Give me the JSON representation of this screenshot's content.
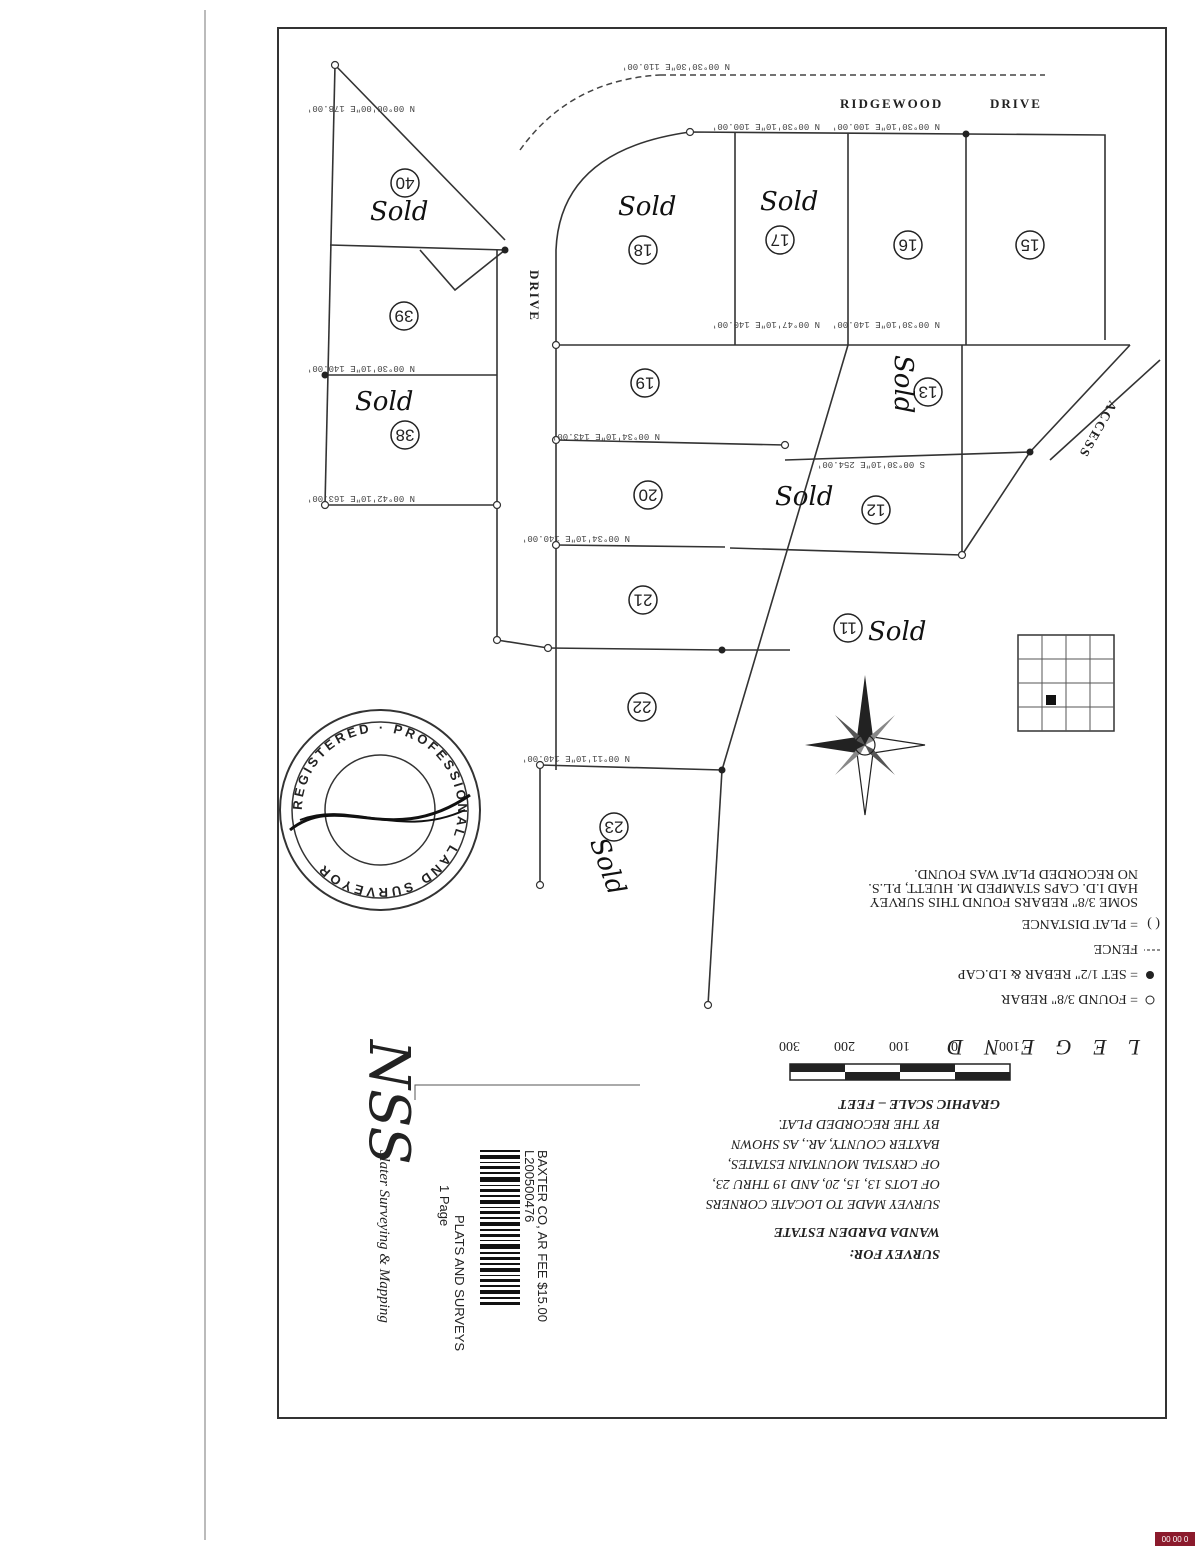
{
  "road_labels": {
    "ridgewood_drive": [
      "RIDGEWOOD",
      "DRIVE"
    ],
    "side_drive": "DRIVE",
    "access_label": "ACCESS"
  },
  "lots": [
    {
      "number": "15"
    },
    {
      "number": "16"
    },
    {
      "number": "17"
    },
    {
      "number": "18"
    },
    {
      "number": "19"
    },
    {
      "number": "20"
    },
    {
      "number": "21"
    },
    {
      "number": "22"
    },
    {
      "number": "23"
    },
    {
      "number": "12"
    },
    {
      "number": "11"
    },
    {
      "number": "13"
    },
    {
      "number": "38"
    },
    {
      "number": "39"
    },
    {
      "number": "40"
    }
  ],
  "handwritten": {
    "sold": "Sold",
    "sold_alt": "Sold"
  },
  "legend": {
    "title": "L E G E N D",
    "items": [
      "= FOUND 3/8\" REBAR",
      "= SET 1/2\" REBAR & I.D.CAP",
      "FENCE",
      "= PLAT DISTANCE",
      "SOME 3/8\" REBARS FOUND THIS SURVEY",
      "HAD I.D. CAPS STAMPED M. HUETT, P.L.S.",
      "NO RECORDED PLAT WAS FOUND."
    ],
    "scale_title": "GRAPHIC SCALE – FEET",
    "scale_ticks": [
      "100",
      "0",
      "100",
      "200",
      "300"
    ]
  },
  "survey_for": {
    "heading": "SURVEY FOR:",
    "client": "WANDA DARDEN ESTATE",
    "description": [
      "SURVEY MADE TO LOCATE CORNERS",
      "OF LOTS 13, 15, 20, AND 19 THRU 23,",
      "OF CRYSTAL MOUNTAIN ESTATES,",
      "BAXTER COUNTY, AR., AS SHOWN",
      "BY THE RECORDED PLAT."
    ]
  },
  "recording_stamp": {
    "id": "L200500476",
    "fee": "BAXTER CO, AR FEE $15.00",
    "type": "PLATS AND SURVEYS",
    "pages": "1 Page"
  },
  "surveyor": {
    "mark": "NSS",
    "company": "Slater Surveying & Mapping"
  },
  "seal": {
    "ring": "REGISTERED · PROFESSIONAL LAND SURVEYOR"
  },
  "corner_badge": "00 00 0"
}
